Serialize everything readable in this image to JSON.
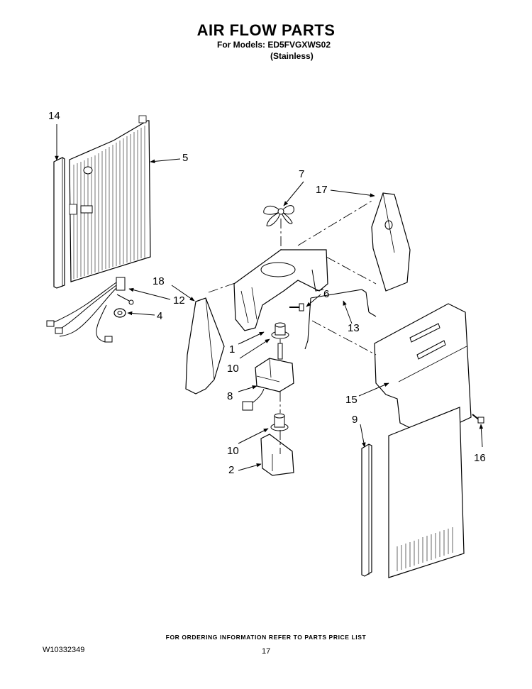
{
  "header": {
    "title": "AIR FLOW PARTS",
    "models_line": "For Models: ED5FVGXWS02",
    "variant_line": "(Stainless)"
  },
  "callouts": [
    "1",
    "2",
    "4",
    "5",
    "6",
    "7",
    "8",
    "9",
    "10",
    "10",
    "12",
    "13",
    "14",
    "15",
    "16",
    "17",
    "18"
  ],
  "footer": {
    "ordering_note": "FOR ORDERING INFORMATION REFER TO PARTS PRICE LIST",
    "doc_number": "W10332349",
    "page_number": "17"
  }
}
